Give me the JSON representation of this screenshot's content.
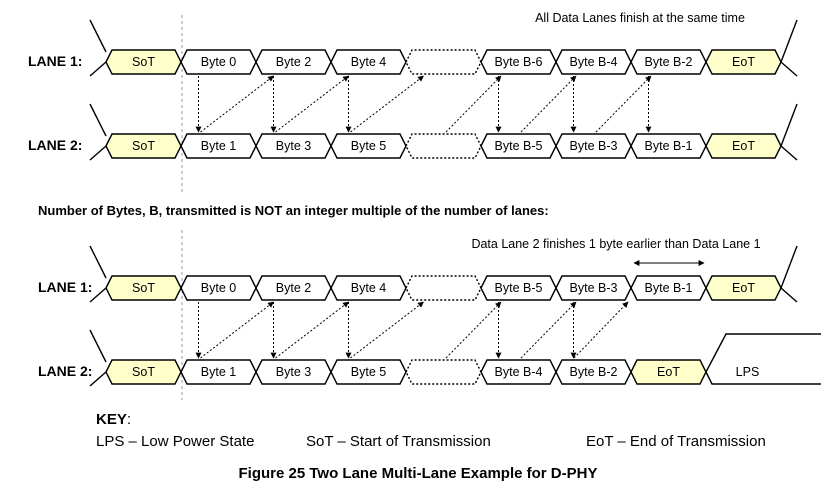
{
  "colors": {
    "sot_eot_fill": "#ffffcc",
    "cell_fill": "#ffffff",
    "line": "#000000",
    "divider": "#999999"
  },
  "diagram1": {
    "note": "All Data Lanes finish at the same time",
    "lane1": {
      "label": "LANE 1:",
      "cells": [
        "SoT",
        "Byte 0",
        "Byte 2",
        "Byte 4",
        "",
        "Byte B-6",
        "Byte B-4",
        "Byte B-2",
        "EoT"
      ]
    },
    "lane2": {
      "label": "LANE 2:",
      "cells": [
        "SoT",
        "Byte 1",
        "Byte 3",
        "Byte 5",
        "",
        "Byte B-5",
        "Byte B-3",
        "Byte B-1",
        "EoT"
      ]
    }
  },
  "heading": "Number of Bytes, B, transmitted is NOT an integer multiple of the number of lanes:",
  "diagram2": {
    "note": "Data Lane 2 finishes 1 byte earlier than Data Lane 1",
    "lane1": {
      "label": "LANE 1:",
      "cells": [
        "SoT",
        "Byte 0",
        "Byte 2",
        "Byte 4",
        "",
        "Byte B-5",
        "Byte B-3",
        "Byte B-1",
        "EoT"
      ]
    },
    "lane2": {
      "label": "LANE 2:",
      "cells": [
        "SoT",
        "Byte 1",
        "Byte 3",
        "Byte 5",
        "",
        "Byte B-4",
        "Byte B-2",
        "EoT",
        "LPS"
      ]
    }
  },
  "key": {
    "title": "KEY",
    "items": [
      "LPS – Low Power State",
      "SoT – Start of Transmission",
      "EoT – End of Transmission"
    ]
  },
  "caption": "Figure 25 Two Lane Multi-Lane Example for D-PHY"
}
